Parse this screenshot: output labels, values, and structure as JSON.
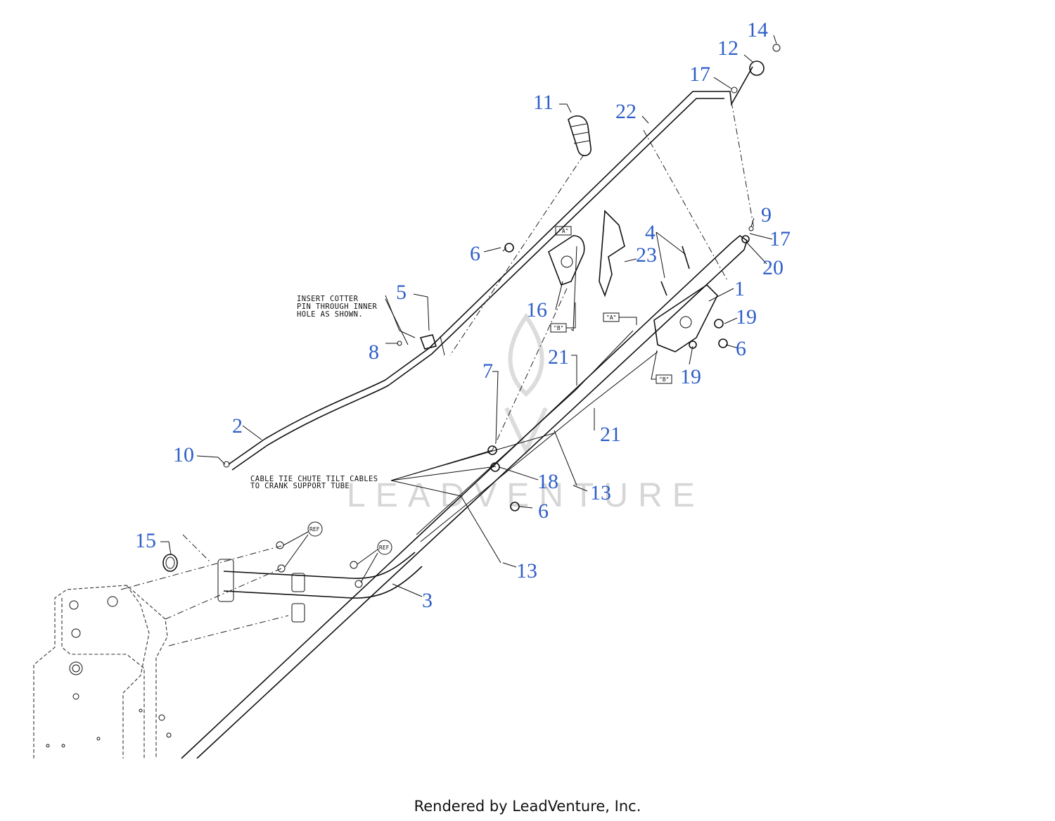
{
  "callouts": [
    "1",
    "2",
    "3",
    "4",
    "5",
    "6",
    "6",
    "6",
    "7",
    "8",
    "9",
    "10",
    "11",
    "12",
    "13",
    "13",
    "14",
    "15",
    "16",
    "17",
    "17",
    "18",
    "19",
    "19",
    "20",
    "21",
    "21",
    "22",
    "23"
  ],
  "notes": {
    "cotter": [
      "INSERT COTTER",
      "PIN THROUGH INNER",
      "HOLE AS SHOWN."
    ],
    "cable_tie": [
      "CABLE TIE CHUTE TILT CABLES",
      "TO CRANK SUPPORT TUBE"
    ]
  },
  "tags": {
    "a": "\"A\"",
    "b": "\"B\"",
    "ref": "REF"
  },
  "watermark": "LEADVENTURE",
  "footer": "Rendered by LeadVenture, Inc.",
  "colors": {
    "callout": "#2f5fc8",
    "line": "#111111",
    "watermark": "#d6d6d6"
  }
}
